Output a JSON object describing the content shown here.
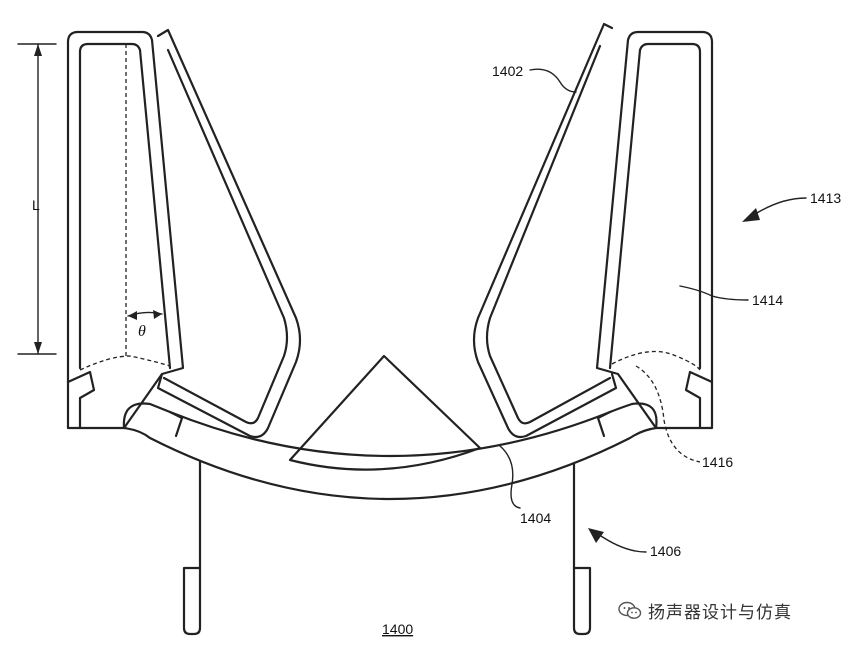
{
  "labels": {
    "length": "L",
    "angle": "θ",
    "ref_1402": "1402",
    "ref_1413": "1413",
    "ref_1414": "1414",
    "ref_1416": "1416",
    "ref_1404": "1404",
    "ref_1406": "1406",
    "figure_number": "1400"
  },
  "watermark": {
    "icon": "wechat-icon",
    "text": "扬声器设计与仿真"
  }
}
